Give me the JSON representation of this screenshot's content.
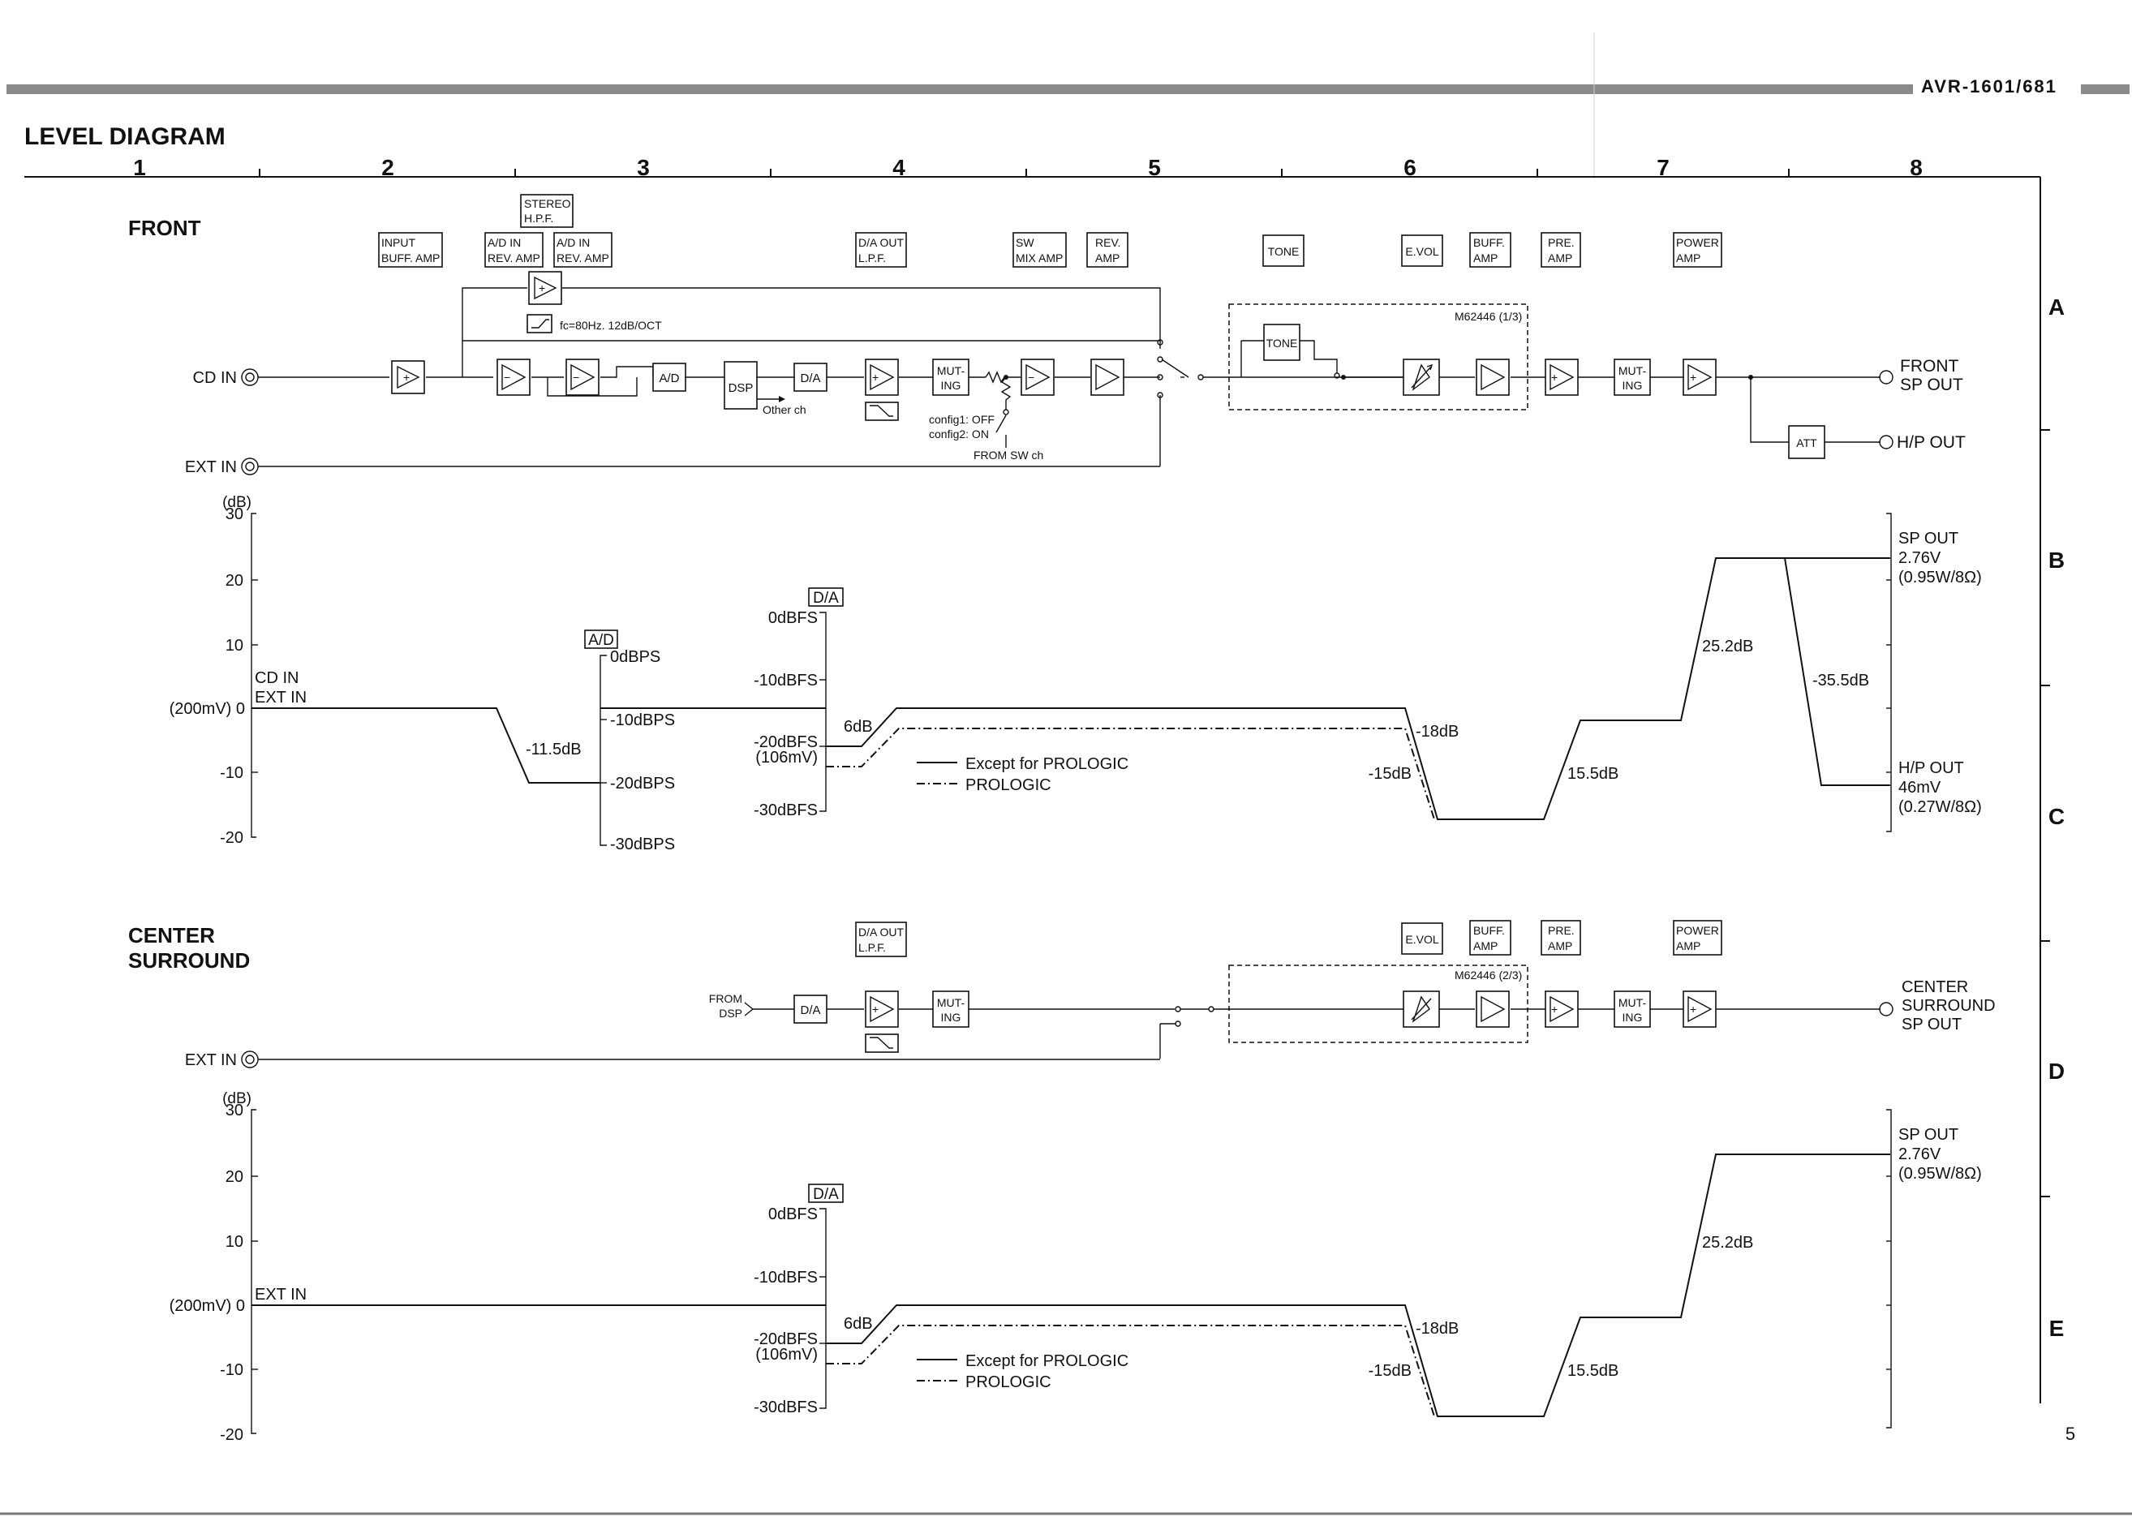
{
  "header": {
    "model": "AVR-1601/681",
    "page_number": "5"
  },
  "title": "LEVEL DIAGRAM",
  "columns": [
    "1",
    "2",
    "3",
    "4",
    "5",
    "6",
    "7",
    "8"
  ],
  "rows": [
    "A",
    "B",
    "C",
    "D",
    "E"
  ],
  "front": {
    "heading": "FRONT",
    "stage_labels": {
      "stereo_hpf": [
        "STEREO",
        "H.P.F."
      ],
      "input_buff": [
        "INPUT",
        "BUFF. AMP"
      ],
      "ad_rev1": [
        "A/D IN",
        "REV. AMP"
      ],
      "ad_rev2": [
        "A/D IN",
        "REV. AMP"
      ],
      "da_lpf": [
        "D/A OUT",
        "L.P.F."
      ],
      "sw_mix": [
        "SW",
        "MIX AMP"
      ],
      "rev_amp": [
        "REV.",
        "AMP"
      ],
      "tone": "TONE",
      "evol": "E.VOL",
      "buff_amp": [
        "BUFF.",
        "AMP"
      ],
      "pre_amp": [
        "PRE.",
        "AMP"
      ],
      "power_amp": [
        "POWER",
        "AMP"
      ]
    },
    "block": {
      "cd_in": "CD IN",
      "ext_in": "EXT IN",
      "hpf_note": "fc=80Hz. 12dB/OCT",
      "ad": "A/D",
      "dsp": "DSP",
      "da": "D/A",
      "other_ch": "Other ch",
      "muting": [
        "MUT-",
        "ING"
      ],
      "config1": "config1: OFF",
      "config2": "config2: ON",
      "from_sw": "FROM SW ch",
      "tone_box": "TONE",
      "ic": "M62446 (1/3)",
      "att": "ATT",
      "front_out": [
        "FRONT",
        "SP OUT"
      ],
      "hp_out": "H/P OUT",
      "plus": "+",
      "minus": "−"
    },
    "levels": {
      "db_unit": "(dB)",
      "y_ticks": [
        "30",
        "20",
        "10",
        "(200mV) 0",
        "-10",
        "-20"
      ],
      "input_label": [
        "CD IN",
        "EXT IN"
      ],
      "ad_box": "A/D",
      "ad_scale": [
        "0dBPS",
        "-10dBPS",
        "-20dBPS",
        "-30dBPS"
      ],
      "da_box": "D/A",
      "da_scale": [
        "0dBFS",
        "-10dBFS",
        "-20dBFS",
        "(106mV)",
        "-30dBFS"
      ],
      "drop_ad": "-11.5dB",
      "gain_da": "6dB",
      "drop_evol": "-18dB",
      "drop_evol_pl": "-15dB",
      "gain_pre": "15.5dB",
      "gain_power": "25.2dB",
      "drop_att": "-35.5dB",
      "legend_solid": "Except for PROLOGIC",
      "legend_dashdot": "PROLOGIC",
      "sp_out": [
        "SP OUT",
        "2.76V",
        "(0.95W/8Ω)"
      ],
      "hp_out": [
        "H/P OUT",
        "46mV",
        "(0.27W/8Ω)"
      ]
    }
  },
  "center": {
    "heading": [
      "CENTER",
      "SURROUND"
    ],
    "stage_labels": {
      "da_lpf": [
        "D/A OUT",
        "L.P.F."
      ],
      "evol": "E.VOL",
      "buff_amp": [
        "BUFF.",
        "AMP"
      ],
      "pre_amp": [
        "PRE.",
        "AMP"
      ],
      "power_amp": [
        "POWER",
        "AMP"
      ]
    },
    "block": {
      "from_dsp": [
        "FROM",
        "DSP"
      ],
      "da": "D/A",
      "muting": [
        "MUT-",
        "ING"
      ],
      "ext_in": "EXT IN",
      "ic": "M62446 (2/3)",
      "out": [
        "CENTER",
        "SURROUND",
        "SP OUT"
      ],
      "plus": "+"
    },
    "levels": {
      "db_unit": "(dB)",
      "y_ticks": [
        "30",
        "20",
        "10",
        "(200mV) 0",
        "-10",
        "-20"
      ],
      "input_label": "EXT IN",
      "da_box": "D/A",
      "da_scale": [
        "0dBFS",
        "-10dBFS",
        "-20dBFS",
        "(106mV)",
        "-30dBFS"
      ],
      "gain_da": "6dB",
      "drop_evol": "-18dB",
      "drop_evol_pl": "-15dB",
      "gain_pre": "15.5dB",
      "gain_power": "25.2dB",
      "legend_solid": "Except for PROLOGIC",
      "legend_dashdot": "PROLOGIC",
      "sp_out": [
        "SP OUT",
        "2.76V",
        "(0.95W/8Ω)"
      ]
    }
  }
}
